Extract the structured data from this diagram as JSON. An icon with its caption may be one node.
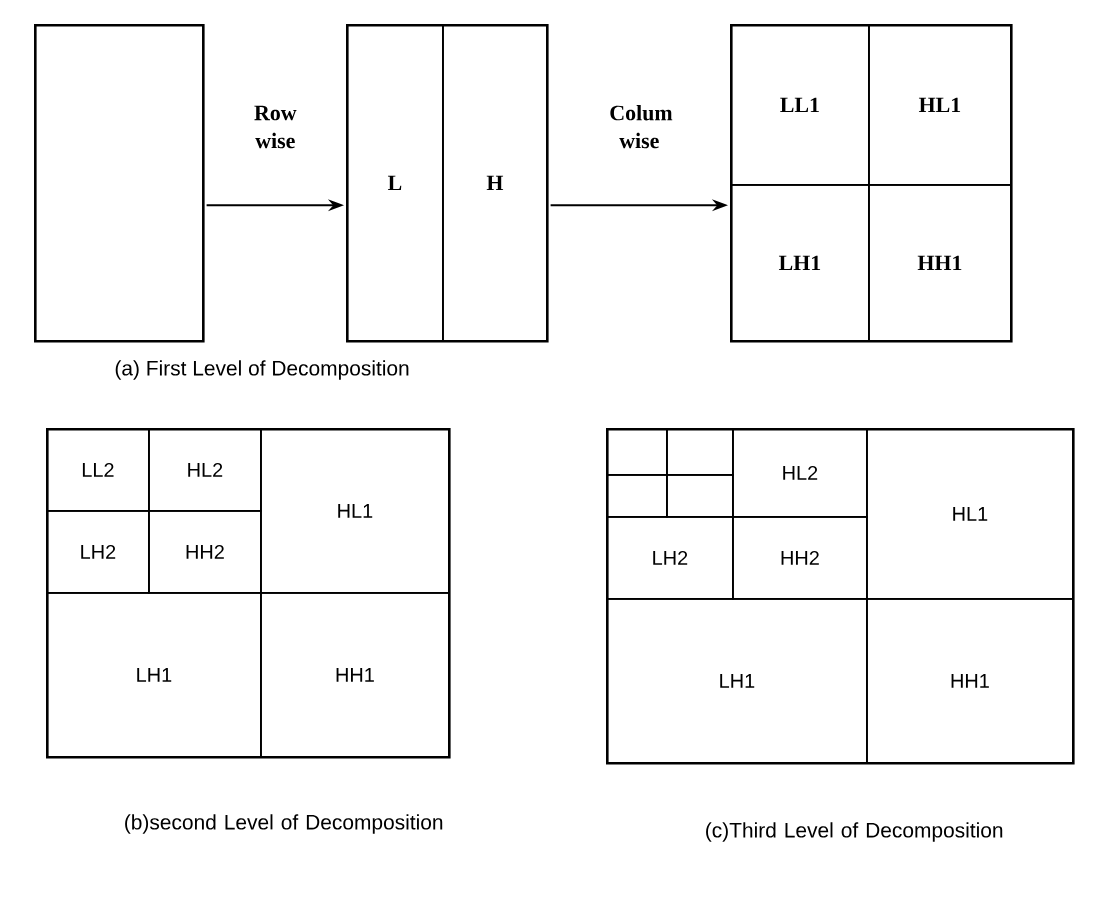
{
  "diagram": {
    "nodes": [
      {
        "text": [],
        "shape": "box"
      },
      {
        "text": [],
        "shape": "box"
      },
      {
        "text": [
          "L"
        ],
        "in": 1
      },
      {
        "text": [
          "H"
        ],
        "in": 1
      },
      {
        "text": [],
        "shape": "box"
      },
      {
        "text": [
          "LL1"
        ],
        "in": 4
      },
      {
        "text": [
          "HL1"
        ],
        "in": 4
      },
      {
        "text": [
          "LH1"
        ],
        "in": 4
      },
      {
        "text": [
          "HH1"
        ],
        "in": 4
      },
      {
        "text": [],
        "shape": "box"
      },
      {
        "text": [
          "LL2"
        ],
        "in": 9
      },
      {
        "text": [
          "HL2"
        ],
        "in": 9
      },
      {
        "text": [
          "LH2"
        ],
        "in": 9
      },
      {
        "text": [
          "HH2"
        ],
        "in": 9
      },
      {
        "text": [
          "HL1"
        ],
        "in": 9
      },
      {
        "text": [
          "LH1"
        ],
        "in": 9
      },
      {
        "text": [
          "HH1"
        ],
        "in": 9
      },
      {
        "text": [],
        "shape": "box"
      },
      {
        "text": [],
        "shape": "box",
        "in": 17
      },
      {
        "text": [],
        "shape": "box",
        "in": 17
      },
      {
        "text": [],
        "shape": "box",
        "in": 17
      },
      {
        "text": [],
        "shape": "box",
        "in": 17
      },
      {
        "text": [
          "HL2"
        ],
        "in": 17
      },
      {
        "text": [
          "LH2"
        ],
        "in": 17
      },
      {
        "text": [
          "HH2"
        ],
        "in": 17
      },
      {
        "text": [
          "HL1"
        ],
        "in": 17
      },
      {
        "text": [
          "LH1"
        ],
        "in": 17
      },
      {
        "text": [
          "HH1"
        ],
        "in": 17
      }
    ],
    "edges": [
      {
        "from": 0,
        "to": 1,
        "arrow": "to",
        "label": "Row wise"
      },
      {
        "from": 1,
        "to": 4,
        "arrow": "to",
        "label": "Colum wise"
      }
    ],
    "labels": [
      "(a)  First Level  of Decomposition",
      "(b)second Level of Decomposition",
      "(c)Third Level of Decomposition"
    ]
  }
}
